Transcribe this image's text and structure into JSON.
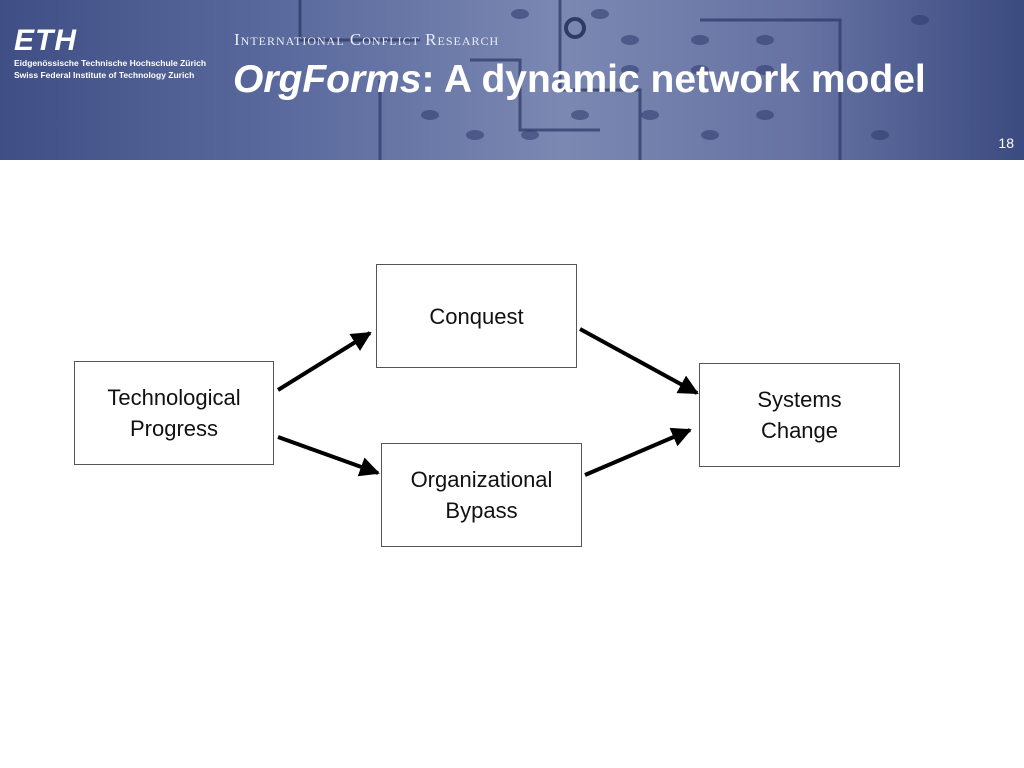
{
  "header": {
    "logo_text": "ETH",
    "institution_line1": "Eidgenössische Technische Hochschule Zürich",
    "institution_line2": "Swiss Federal Institute of Technology Zurich",
    "group_name": "International Conflict Research",
    "title_emphasis": "OrgForms",
    "title_rest": ": A dynamic network model",
    "slide_number": "18"
  },
  "diagram": {
    "nodes": {
      "technological_progress": "Technological\nProgress",
      "conquest": "Conquest",
      "organizational_bypass": "Organizational\nBypass",
      "systems_change": "Systems\nChange"
    },
    "edges": [
      {
        "from": "technological_progress",
        "to": "conquest"
      },
      {
        "from": "technological_progress",
        "to": "organizational_bypass"
      },
      {
        "from": "conquest",
        "to": "systems_change"
      },
      {
        "from": "organizational_bypass",
        "to": "systems_change"
      }
    ]
  }
}
